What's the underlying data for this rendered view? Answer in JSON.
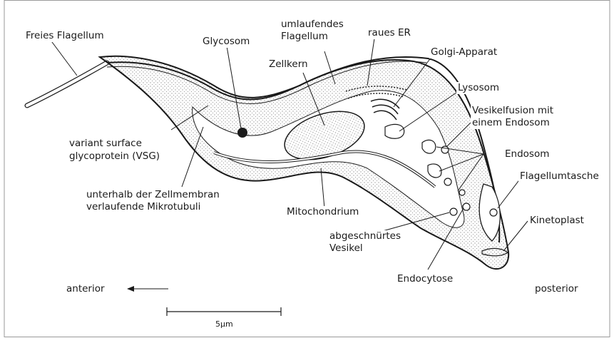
{
  "labels": {
    "freies_flagellum": "Freies Flagellum",
    "glycosom": "Glycosom",
    "umlaufendes_line1": "umlaufendes",
    "umlaufendes_line2": "Flagellum",
    "raues_er": "raues ER",
    "golgi": "Golgi-Apparat",
    "zellkern": "Zellkern",
    "lysosom": "Lysosom",
    "vesikelfusion_line1": "Vesikelfusion mit",
    "vesikelfusion_line2": "einem Endosom",
    "endosom": "Endosom",
    "flagellumtasche": "Flagellumtasche",
    "vsg_line1": "variant surface",
    "vsg_line2": "glycoprotein (VSG)",
    "mikrotubuli_line1": "unterhalb der Zellmembran",
    "mikrotubuli_line2": "verlaufende Mikrotubuli",
    "mitochondrium": "Mitochondrium",
    "kinetoplast": "Kinetoplast",
    "vesikel_line1": "abgeschnürtes",
    "vesikel_line2": "Vesikel",
    "endocytose": "Endocytose",
    "anterior": "anterior",
    "posterior": "posterior"
  },
  "scale_bar": {
    "label": "5µm"
  },
  "colors": {
    "ink": "#1a1a1a",
    "stipple": "#9a9a9a",
    "background": "#ffffff"
  }
}
